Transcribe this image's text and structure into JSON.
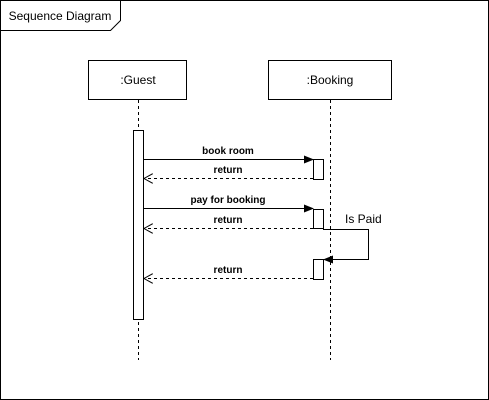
{
  "frame": {
    "title": "Sequence Diagram"
  },
  "lifelines": [
    {
      "id": "guest",
      "label": ":Guest"
    },
    {
      "id": "booking",
      "label": ":Booking"
    }
  ],
  "messages": [
    {
      "label": "book room",
      "type": "sync"
    },
    {
      "label": "return",
      "type": "return"
    },
    {
      "label": "pay for booking",
      "type": "sync"
    },
    {
      "label": "return",
      "type": "return"
    },
    {
      "label": "Is Paid",
      "type": "self"
    },
    {
      "label": "return",
      "type": "return"
    }
  ]
}
